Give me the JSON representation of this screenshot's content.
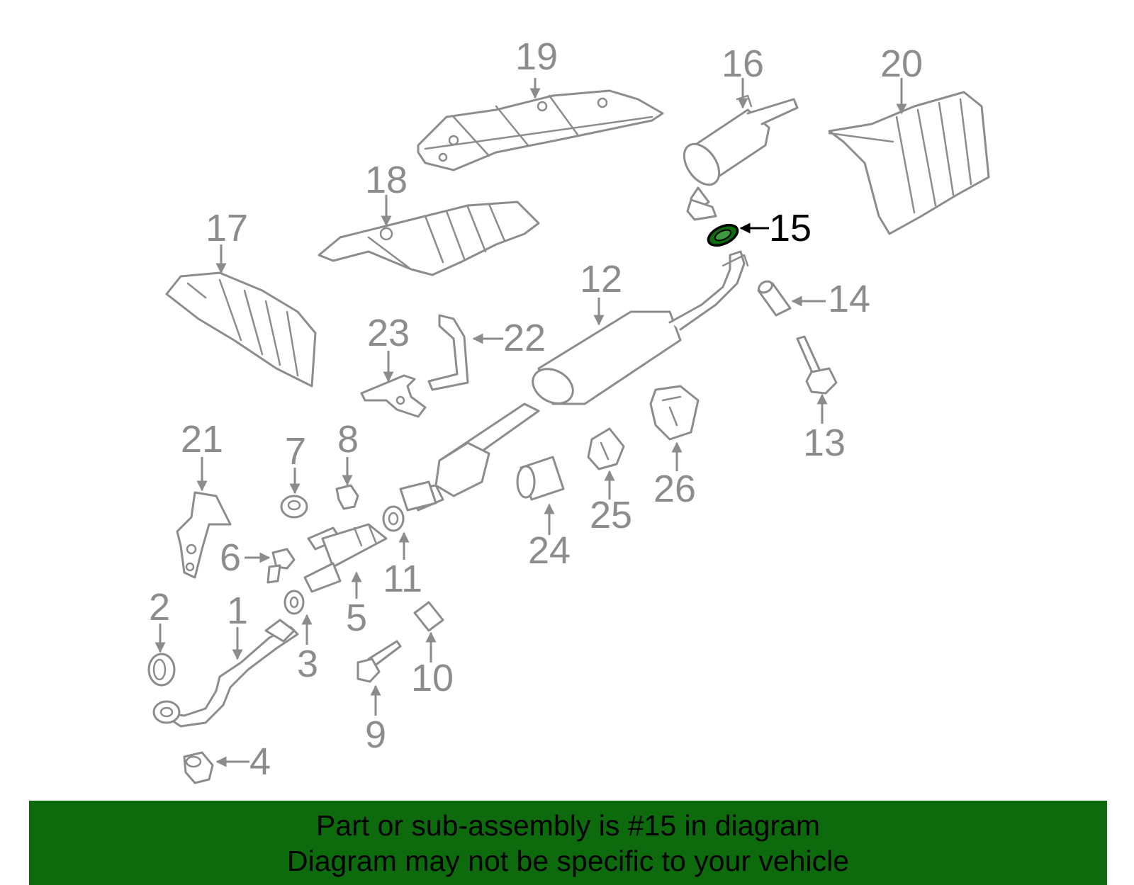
{
  "diagram": {
    "callouts": [
      {
        "id": "1",
        "label": "1"
      },
      {
        "id": "2",
        "label": "2"
      },
      {
        "id": "3",
        "label": "3"
      },
      {
        "id": "4",
        "label": "4"
      },
      {
        "id": "5",
        "label": "5"
      },
      {
        "id": "6",
        "label": "6"
      },
      {
        "id": "7",
        "label": "7"
      },
      {
        "id": "8",
        "label": "8"
      },
      {
        "id": "9",
        "label": "9"
      },
      {
        "id": "10",
        "label": "10"
      },
      {
        "id": "11",
        "label": "11"
      },
      {
        "id": "12",
        "label": "12"
      },
      {
        "id": "13",
        "label": "13"
      },
      {
        "id": "14",
        "label": "14"
      },
      {
        "id": "15",
        "label": "15"
      },
      {
        "id": "16",
        "label": "16"
      },
      {
        "id": "17",
        "label": "17"
      },
      {
        "id": "18",
        "label": "18"
      },
      {
        "id": "19",
        "label": "19"
      },
      {
        "id": "20",
        "label": "20"
      },
      {
        "id": "21",
        "label": "21"
      },
      {
        "id": "22",
        "label": "22"
      },
      {
        "id": "23",
        "label": "23"
      },
      {
        "id": "24",
        "label": "24"
      },
      {
        "id": "25",
        "label": "25"
      },
      {
        "id": "26",
        "label": "26"
      }
    ],
    "highlighted_part": "15",
    "colors": {
      "line_art": "#8c8c8c",
      "highlight_fill": "#0d6b0d",
      "highlight_text": "#000000"
    }
  },
  "banner": {
    "line1": "Part or sub-assembly is #15 in diagram",
    "line2": "Diagram may not be specific to your vehicle",
    "background": "#0d6b0d",
    "text_color": "#000000"
  }
}
